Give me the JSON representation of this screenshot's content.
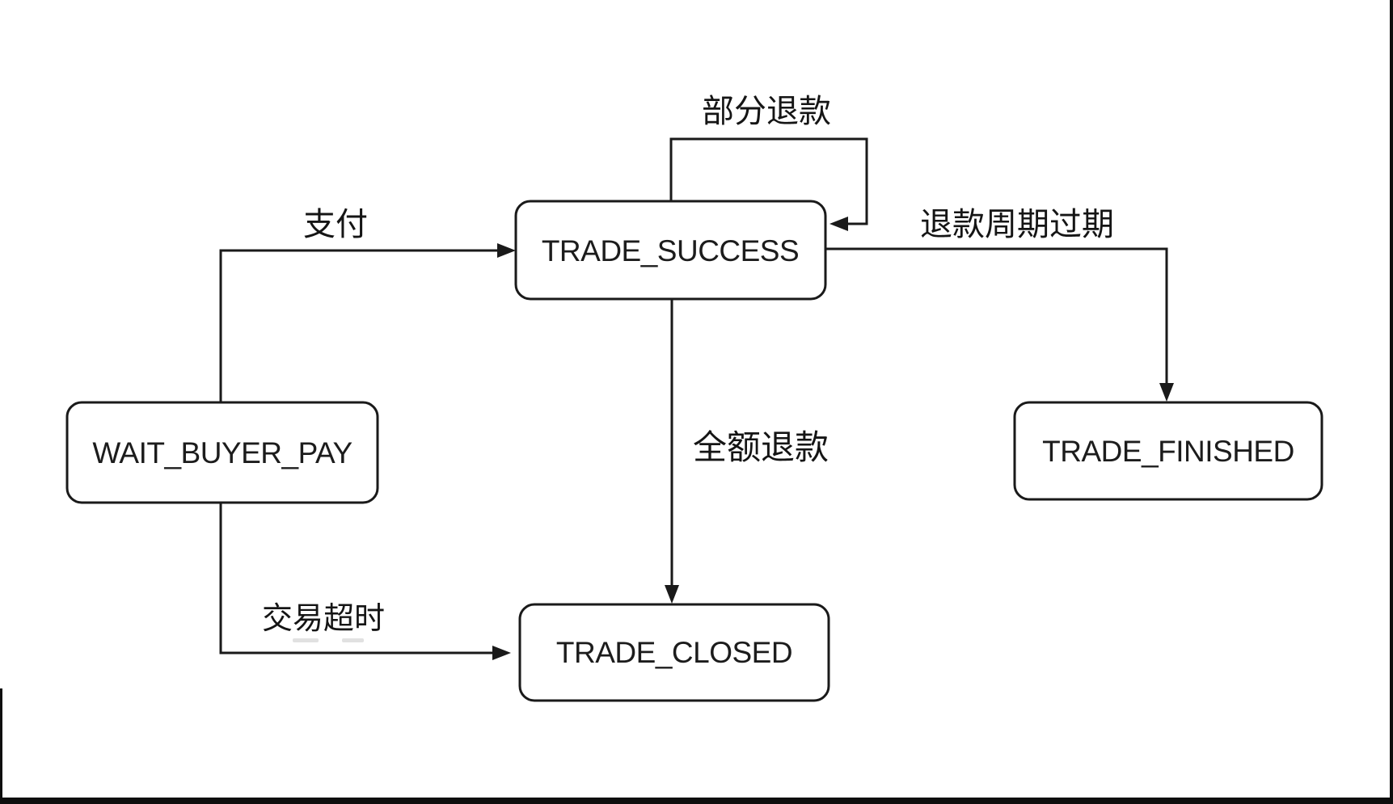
{
  "diagram": {
    "type": "state-transition-diagram",
    "colors": {
      "background": "#ffffff",
      "line": "#1a1a1a",
      "box_fill": "#ffffff",
      "box_border": "#1a1a1a",
      "text": "#1c1c1c"
    },
    "nodes": [
      {
        "id": "wait_buyer_pay",
        "label": "WAIT_BUYER_PAY"
      },
      {
        "id": "trade_success",
        "label": "TRADE_SUCCESS"
      },
      {
        "id": "trade_finished",
        "label": "TRADE_FINISHED"
      },
      {
        "id": "trade_closed",
        "label": "TRADE_CLOSED"
      }
    ],
    "edges": [
      {
        "from": "wait_buyer_pay",
        "to": "trade_success",
        "label": "支付"
      },
      {
        "from": "trade_success",
        "to": "trade_success",
        "label": "部分退款"
      },
      {
        "from": "trade_success",
        "to": "trade_finished",
        "label": "退款周期过期"
      },
      {
        "from": "trade_success",
        "to": "trade_closed",
        "label": "全额退款"
      },
      {
        "from": "wait_buyer_pay",
        "to": "trade_closed",
        "label": "交易超时"
      }
    ]
  }
}
